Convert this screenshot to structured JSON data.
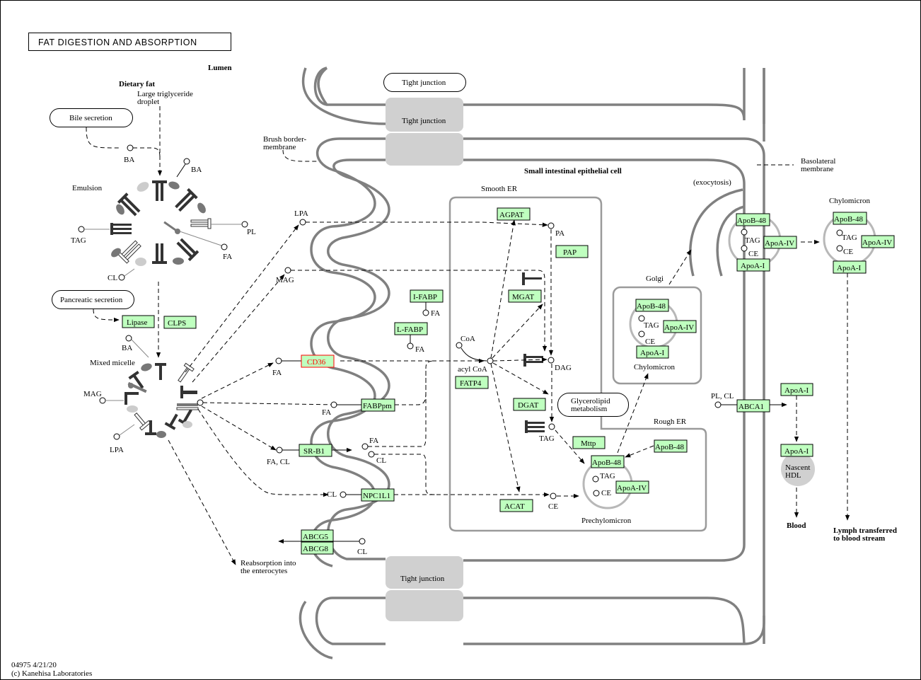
{
  "title": "FAT DIGESTION AND ABSORPTION",
  "footer": {
    "id_date": "04975 4/21/20",
    "copyright": "(c) Kanehisa Laboratories"
  },
  "regions": {
    "lumen": "Lumen",
    "epithelial_cell": "Small intestinal epithelial cell",
    "brush_border": [
      "Brush border-",
      "membrane"
    ],
    "basolateral": [
      "Basolateral",
      "membrane"
    ],
    "smooth_er": "Smooth ER",
    "golgi": "Golgi",
    "rough_er": "Rough ER",
    "exocytosis": "(exocytosis)"
  },
  "labels": {
    "dietary_fat": "Dietary fat",
    "large_trig": [
      "Large triglyceride",
      "droplet"
    ],
    "emulsion": "Emulsion",
    "mixed_micelle": "Mixed micelle",
    "reabsorption": [
      "Reabsorption into",
      "the enterocytes"
    ],
    "chylomicron": "Chylomicron",
    "prechylomicron": "Prechylomicron",
    "nascent_hdl": [
      "Nascent",
      "HDL"
    ],
    "blood": "Blood",
    "lymph": [
      "Lymph transferred",
      "to blood stream"
    ],
    "glycerolipid": [
      "Glycerolipid",
      "metabolism"
    ]
  },
  "rounded_boxes": {
    "bile_secretion": "Bile secretion",
    "pancreatic_secretion": "Pancreatic secretion",
    "tight_junction_top": "Tight junction",
    "tight_junction_mid": "Tight junction",
    "tight_junction_bot": "Tight junction"
  },
  "compounds": {
    "BA": "BA",
    "TAG": "TAG",
    "PL": "PL",
    "FA": "FA",
    "CL": "CL",
    "MAG": "MAG",
    "LPA": "LPA",
    "PA": "PA",
    "DAG": "DAG",
    "CoA": "CoA",
    "acylCoA": "acyl CoA",
    "CE": "CE",
    "FA_CL": "FA, CL",
    "PL_CL": "PL, CL"
  },
  "genes": {
    "lipase": "Lipase",
    "clps": "CLPS",
    "cd36": "CD36",
    "fabppm": "FABPpm",
    "srb1": "SR-B1",
    "npc1l1": "NPC1L1",
    "abcg5": "ABCG5",
    "abcg8": "ABCG8",
    "ifabp": "I-FABP",
    "lfabp": "L-FABP",
    "fatp4": "FATP4",
    "agpat": "AGPAT",
    "pap": "PAP",
    "mgat": "MGAT",
    "dgat": "DGAT",
    "acat": "ACAT",
    "mttp": "Mttp",
    "apob48": "ApoB-48",
    "apoa4": "ApoA-IV",
    "apoa1": "ApoA-I",
    "abca1": "ABCA1"
  },
  "colors": {
    "gene_fill": "#bfffbf",
    "highlight": "#ff0000",
    "membrane": "#808080",
    "junction": "#d0d0d0"
  }
}
